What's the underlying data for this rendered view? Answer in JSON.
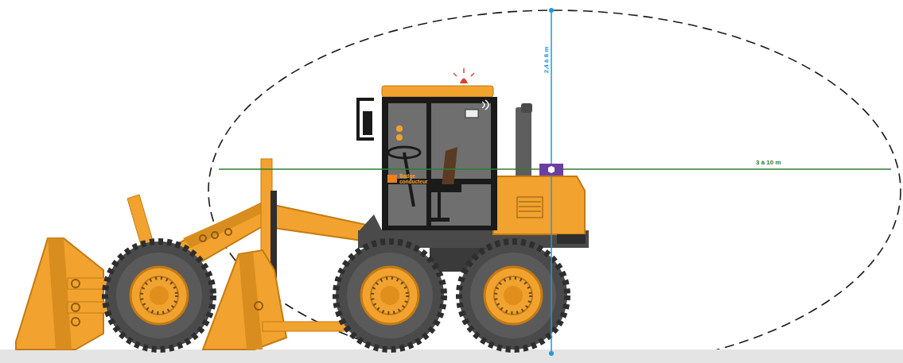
{
  "diagram": {
    "labels": [
      "2,4 à 8 m",
      "3 à 10 m",
      "Badge conducteur"
    ]
  }
}
